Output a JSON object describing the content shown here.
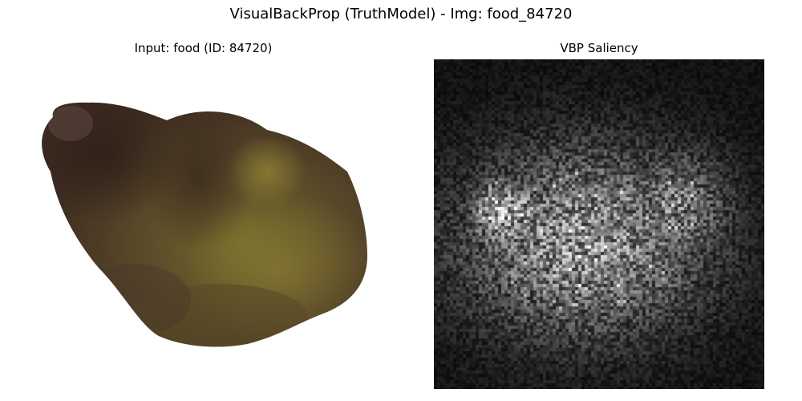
{
  "figure": {
    "title": "VisualBackProp (TruthModel) - Img: food_84720"
  },
  "panels": [
    {
      "title": "Input: food (ID: 84720)",
      "content": "food photo (potato-like object on white background)"
    },
    {
      "title": "VBP Saliency",
      "content": "grayscale saliency heatmap"
    }
  ],
  "colors": {
    "background": "#ffffff",
    "saliency_background": "#050505",
    "food_dark": "#3b2a20",
    "food_brown": "#5a4230",
    "food_olive": "#6b5e25",
    "food_yellow": "#8a7d34"
  }
}
